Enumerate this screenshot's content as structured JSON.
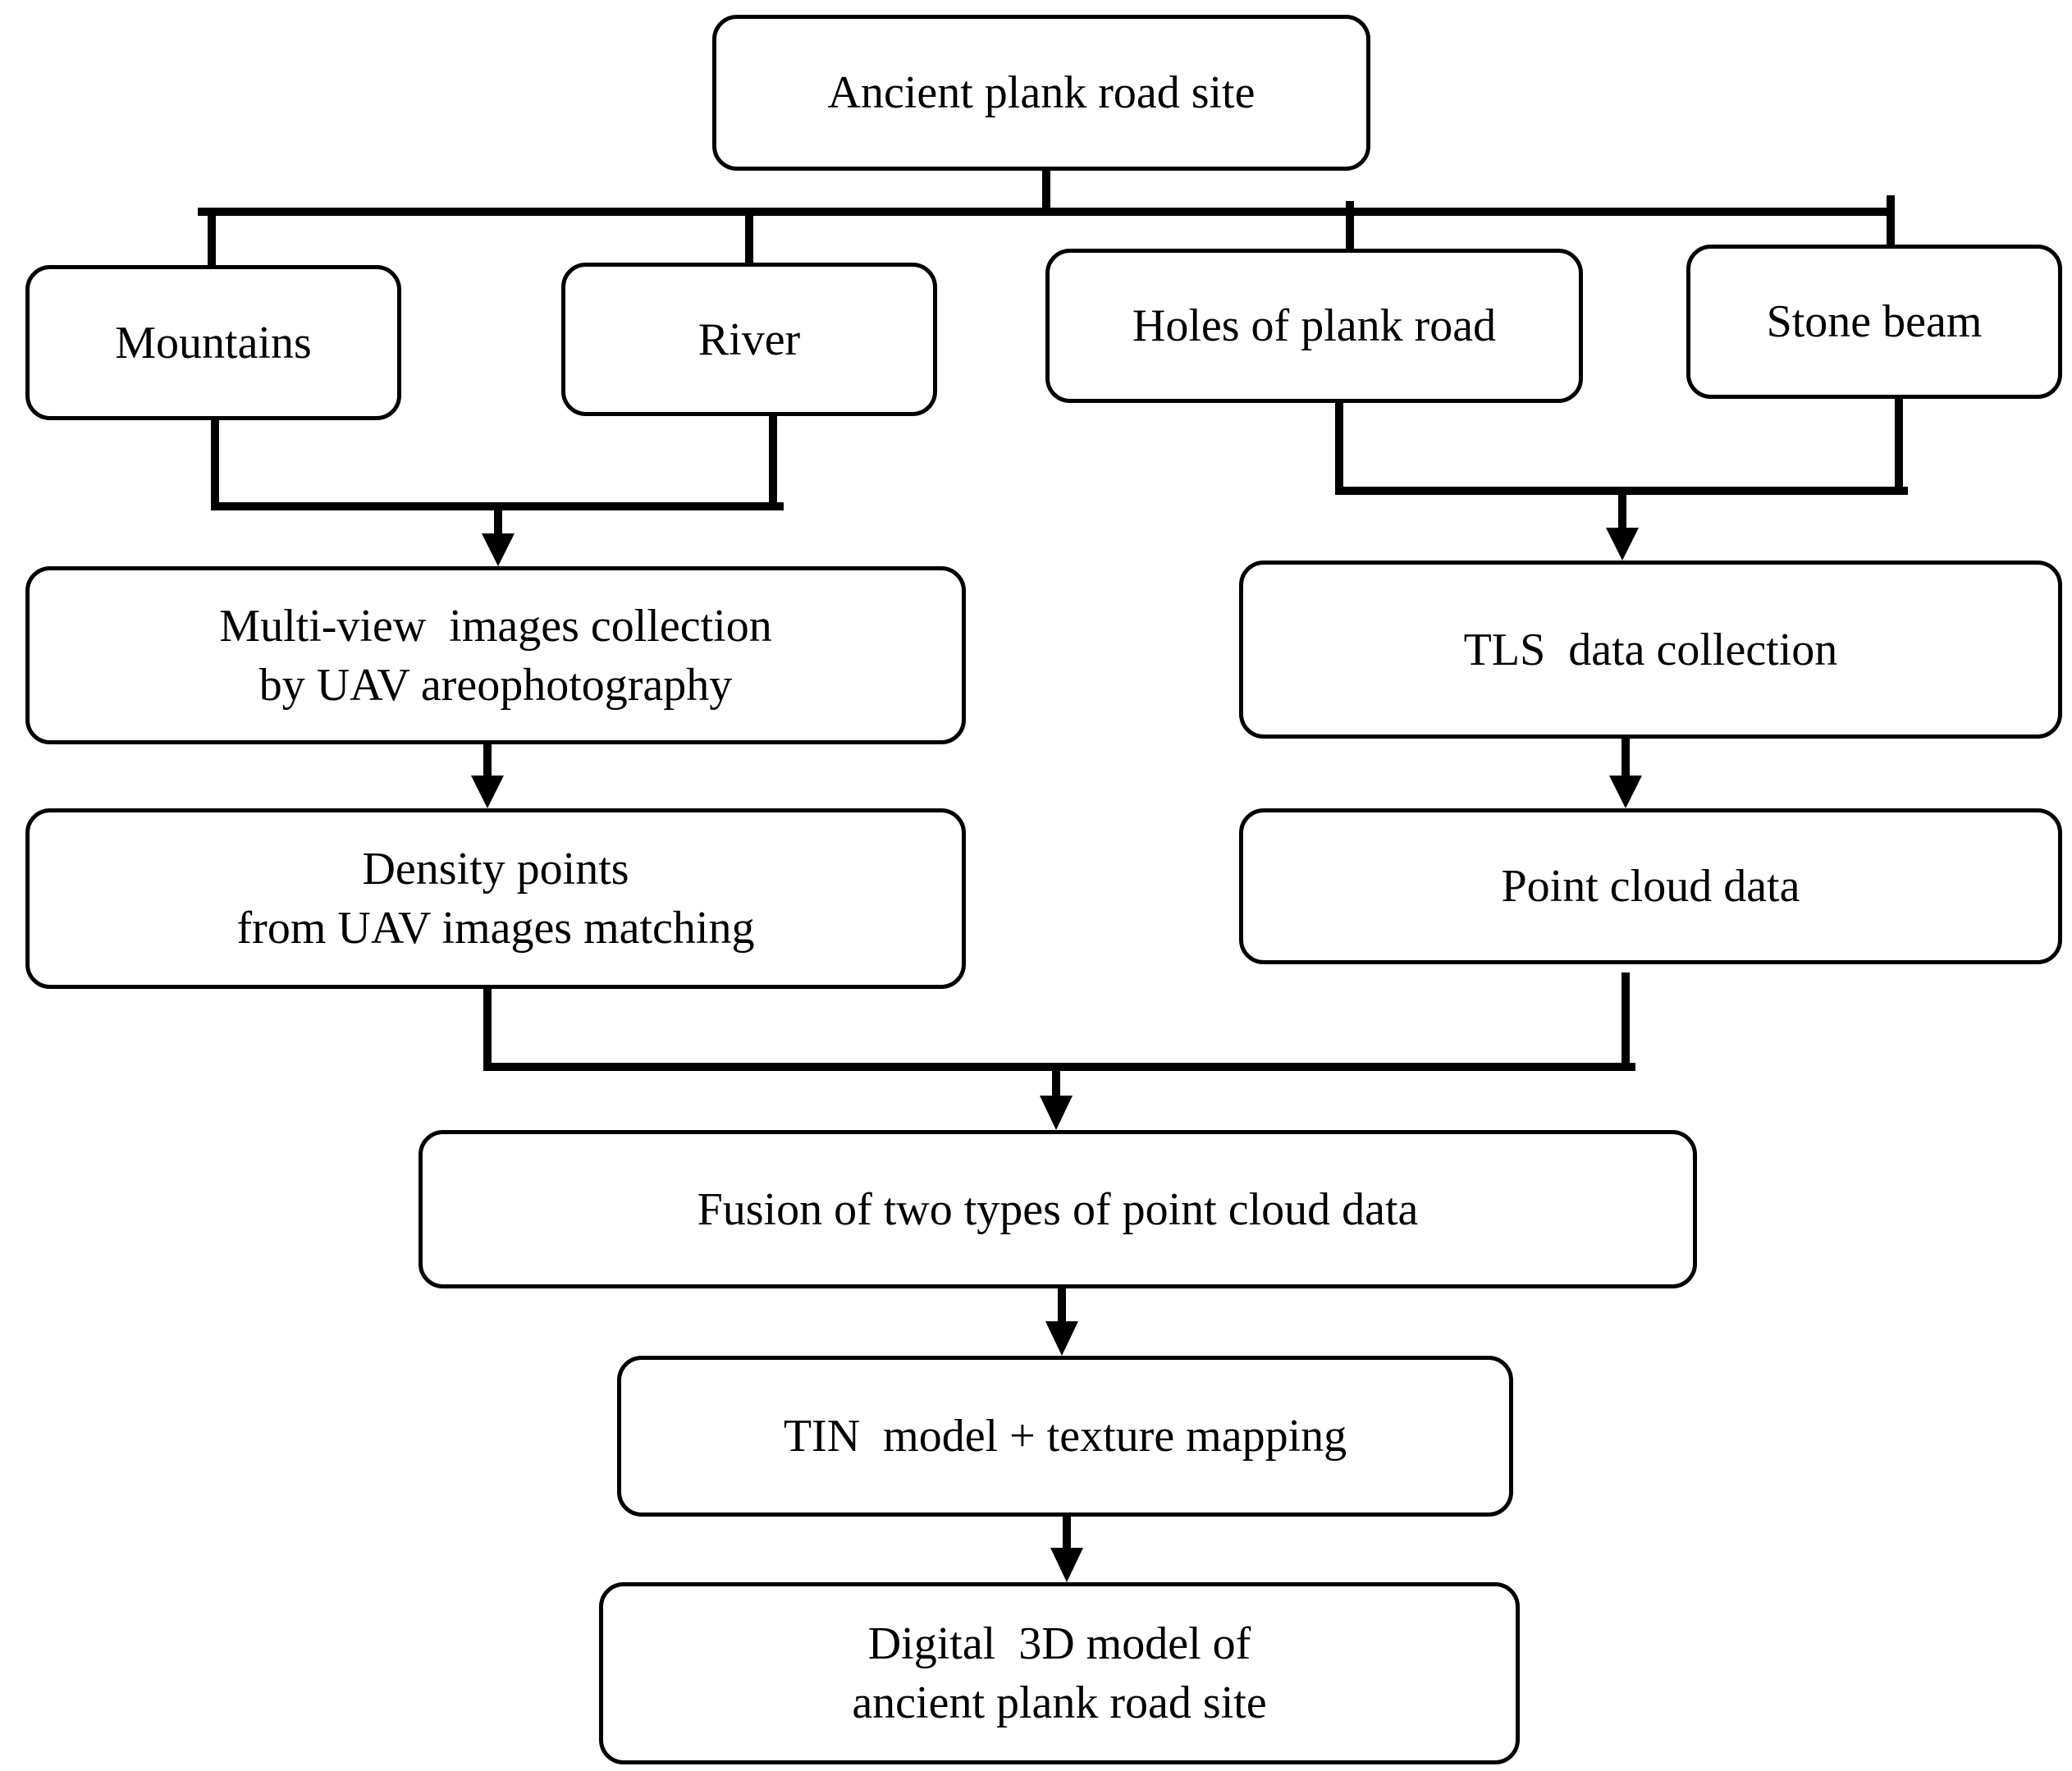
{
  "nodes": {
    "site": {
      "lines": [
        "Ancient plank road site"
      ]
    },
    "mountains": {
      "lines": [
        "Mountains"
      ]
    },
    "river": {
      "lines": [
        "River"
      ]
    },
    "holes": {
      "lines": [
        "Holes of plank road"
      ]
    },
    "stone_beam": {
      "lines": [
        "Stone beam"
      ]
    },
    "multiview": {
      "lines": [
        "Multi-view  images collection",
        "by UAV areophotography"
      ]
    },
    "tls": {
      "lines": [
        "TLS  data collection"
      ]
    },
    "density": {
      "lines": [
        "Density points",
        "from UAV images matching"
      ]
    },
    "point_cloud": {
      "lines": [
        "Point cloud data"
      ]
    },
    "fusion": {
      "lines": [
        "Fusion of two types of point cloud data"
      ]
    },
    "tin": {
      "lines": [
        "TIN  model + texture mapping"
      ]
    },
    "digital": {
      "lines": [
        "Digital  3D model of",
        "ancient plank road site"
      ]
    }
  },
  "colors": {
    "stroke": "#000000",
    "background": "#ffffff"
  }
}
